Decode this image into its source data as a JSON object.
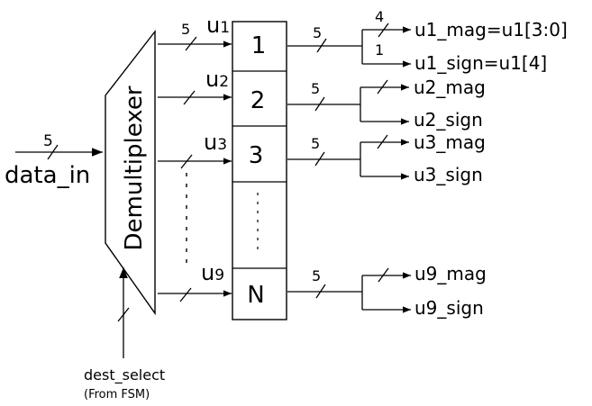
{
  "diagram": {
    "input": {
      "label": "data_in",
      "width": "5"
    },
    "mux_label": "Demultiplexer",
    "select": {
      "label": "dest_select",
      "note": "(From FSM)"
    },
    "out_width": "5",
    "register_cells": [
      "1",
      "2",
      "3",
      "N"
    ],
    "wire_names": [
      {
        "base": "u",
        "sub": "1"
      },
      {
        "base": "u",
        "sub": "2"
      },
      {
        "base": "u",
        "sub": "3"
      },
      {
        "base": "u",
        "sub": "9"
      }
    ],
    "bus_widths": [
      "5",
      "5",
      "5",
      "5"
    ],
    "outputs": [
      {
        "mag": "u1_mag=u1[3:0]",
        "sign": "u1_sign=u1[4]",
        "mag_width": "4",
        "sign_width": "1"
      },
      {
        "mag": "u2_mag",
        "sign": "u2_sign"
      },
      {
        "mag": "u3_mag",
        "sign": "u3_sign"
      },
      {
        "mag": "u9_mag",
        "sign": "u9_sign"
      }
    ]
  }
}
